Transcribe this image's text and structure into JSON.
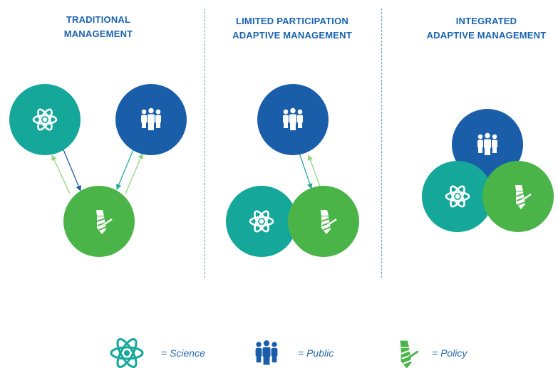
{
  "panels": [
    {
      "title_line1": "TRADITIONAL",
      "title_line2": "MANAGEMENT"
    },
    {
      "title_line1": "LIMITED PARTICIPATION",
      "title_line2": "ADAPTIVE MANAGEMENT"
    },
    {
      "title_line1": "INTEGRATED",
      "title_line2": "ADAPTIVE MANAGEMENT"
    }
  ],
  "legend": {
    "science": "= Science",
    "public": "= Public",
    "policy": "= Policy"
  },
  "colors": {
    "title": "#1a64b0",
    "science": "#14a79a",
    "public": "#1a5eaa",
    "policy": "#4bb449",
    "science_arrow": "#1a5eaa",
    "policy_arrow": "#7ccd6f",
    "public_arrow": "#25a9a0"
  },
  "icons": {
    "science": "atom-icon",
    "public": "people-group-icon",
    "policy": "necktie-icon"
  }
}
